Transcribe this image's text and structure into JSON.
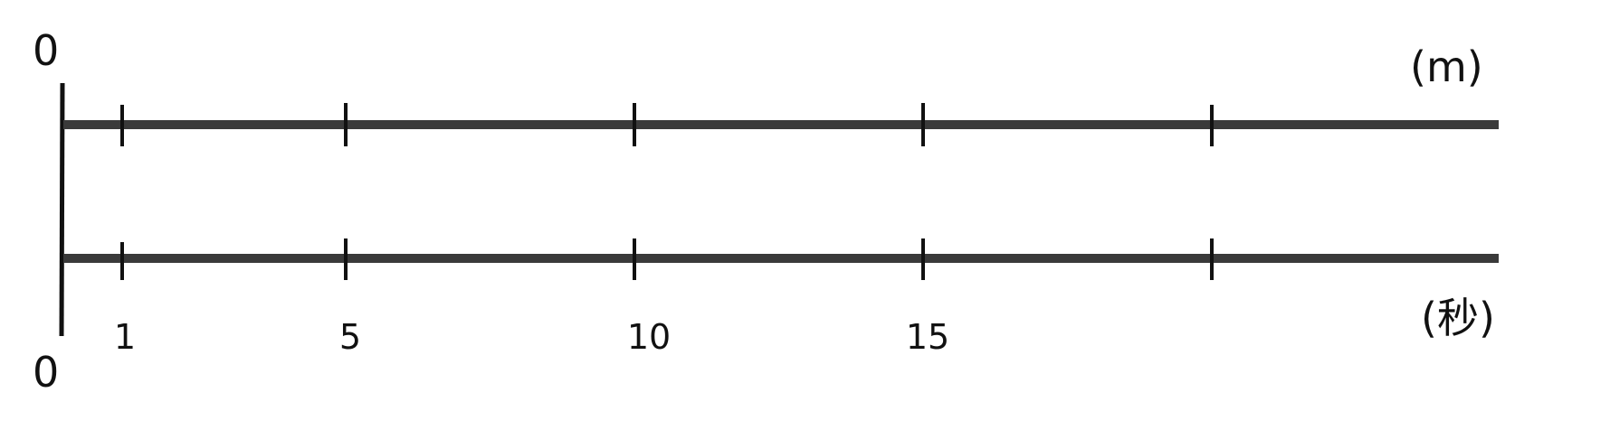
{
  "diagram": {
    "top_origin_label": "0",
    "bottom_origin_label": "0",
    "top_unit_label": "(m)",
    "bottom_unit_label": "(秒)",
    "tick_labels": [
      "1",
      "5",
      "10",
      "15",
      ""
    ],
    "colors": {
      "line": "#3a3a3a",
      "tick": "#111111",
      "axis": "#111111",
      "text": "#111111"
    }
  }
}
